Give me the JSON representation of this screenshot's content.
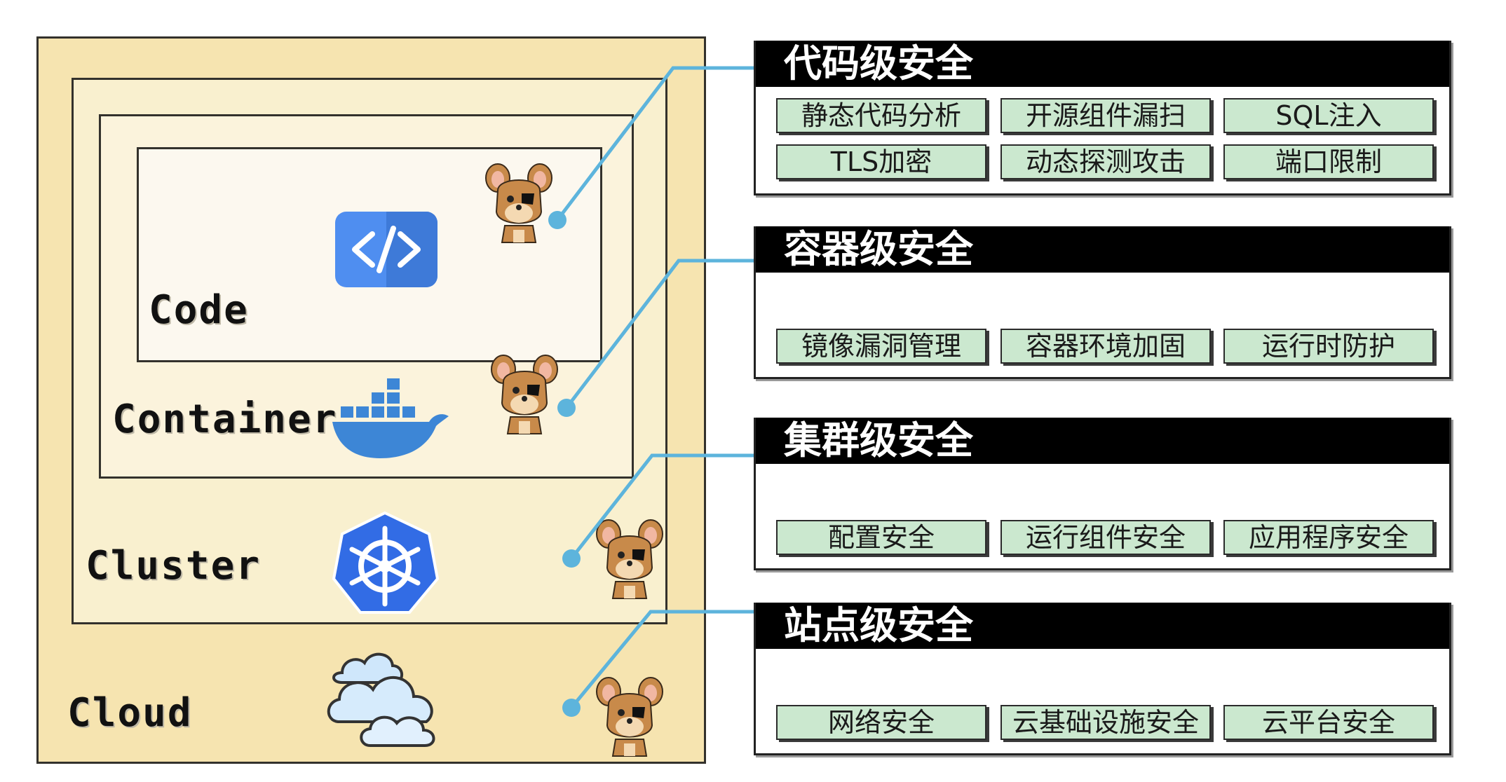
{
  "layers": {
    "code": "Code",
    "container": "Container",
    "cluster": "Cluster",
    "cloud": "Cloud"
  },
  "colors": {
    "connector": "#5db4dc",
    "chip_fill": "#cbe8cf",
    "cloud_layer": "#f6e4b0",
    "title_bar": "#000000",
    "code_icon": "#4f8ef0",
    "docker_icon": "#3d86d6",
    "k8s_icon": "#326ce5"
  },
  "icons": [
    "code-icon",
    "docker-whale-icon",
    "kubernetes-helm-icon",
    "cloud-icon",
    "jerry-mouse-icon"
  ],
  "security_panels": [
    {
      "title": "代码级安全",
      "items": [
        "静态代码分析",
        "开源组件漏扫",
        "SQL注入",
        "TLS加密",
        "动态探测攻击",
        "端口限制"
      ]
    },
    {
      "title": "容器级安全",
      "items": [
        "镜像漏洞管理",
        "容器环境加固",
        "运行时防护"
      ]
    },
    {
      "title": "集群级安全",
      "items": [
        "配置安全",
        "运行组件安全",
        "应用程序安全"
      ]
    },
    {
      "title": "站点级安全",
      "items": [
        "网络安全",
        "云基础设施安全",
        "云平台安全"
      ]
    }
  ]
}
